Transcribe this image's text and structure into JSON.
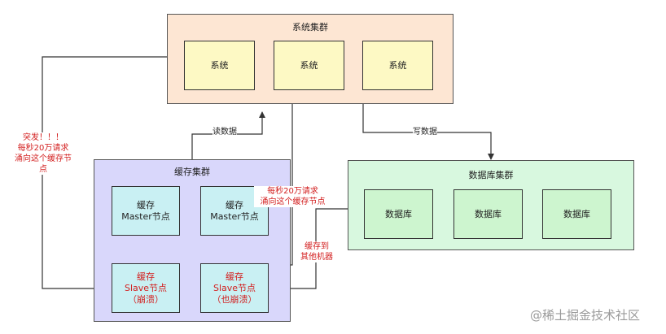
{
  "colors": {
    "system_cluster_bg": "#fde6d3",
    "system_node_bg": "#fdf9c4",
    "cache_cluster_bg": "#d9d7fb",
    "cache_node_bg": "#c9f0f3",
    "db_cluster_bg": "#d8f8df",
    "db_node_bg": "#cdf5cf",
    "alert_red": "#d32020"
  },
  "system_cluster": {
    "title": "系统集群",
    "nodes": [
      "系统",
      "系统",
      "系统"
    ]
  },
  "cache_cluster": {
    "title": "缓存集群",
    "masters": [
      "缓存\nMaster节点",
      "缓存\nMaster节点"
    ],
    "slaves": [
      "缓存\nSlave节点\n（崩溃）",
      "缓存\nSlave节点\n（也崩溃）"
    ]
  },
  "db_cluster": {
    "title": "数据库集群",
    "nodes": [
      "数据库",
      "数据库",
      "数据库"
    ]
  },
  "labels": {
    "read": "读数据",
    "write": "写数据",
    "burst": "突发！！！\n每秒20万请求\n涌向这个缓存节点",
    "per_second": "每秒20万请求\n涌向这个缓存节点",
    "cache_to_other": "缓存到\n其他机器"
  },
  "watermark": "@稀土掘金技术社区"
}
